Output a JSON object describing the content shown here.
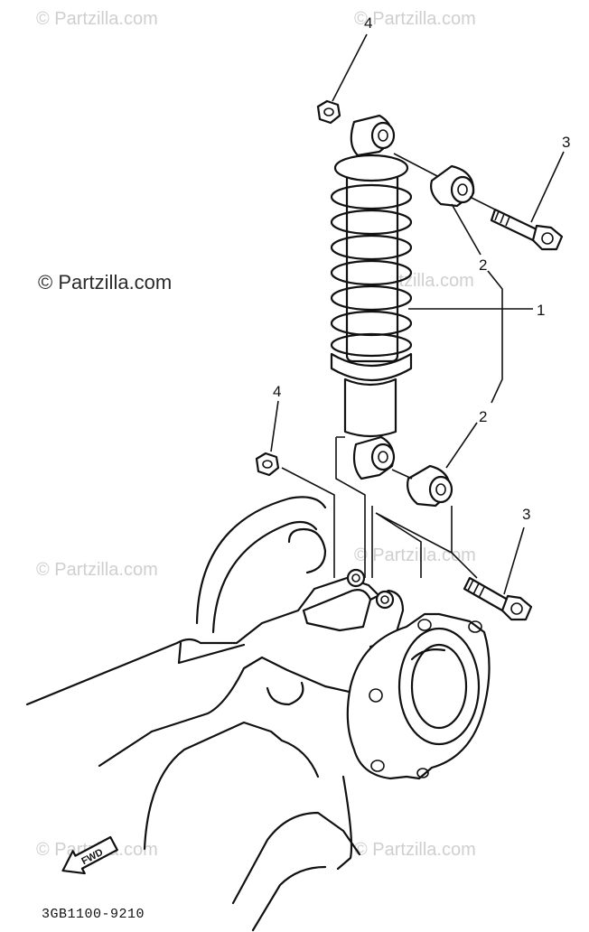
{
  "watermark_text": "© Partzilla.com",
  "callouts": {
    "c1": "1",
    "c2_upper": "2",
    "c2_lower": "2",
    "c3_upper": "3",
    "c3_lower": "3",
    "c4_upper": "4",
    "c4_lower": "4"
  },
  "fwd_label": "FWD",
  "diagram_code": "3GB1100-9210"
}
